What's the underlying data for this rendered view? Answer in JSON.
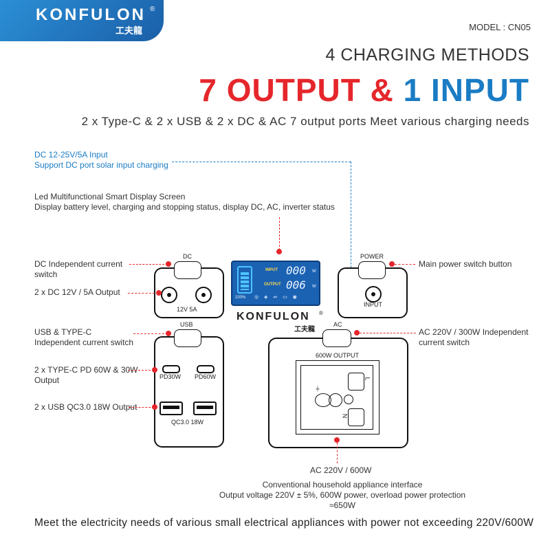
{
  "brand": {
    "name": "KONFULON",
    "name_cn": "工夫龍",
    "reg": "®"
  },
  "model": "MODEL : CN05",
  "headline": {
    "methods": "4 CHARGING METHODS",
    "output_part": "7 OUTPUT",
    "amp": "&",
    "input_part": "1 INPUT"
  },
  "subtitle": "2 x Type-C  &  2 x USB   &  2 x DC  &  AC 7 output ports  Meet various charging needs",
  "notes": {
    "dc_input_1": "DC 12-25V/5A Input",
    "dc_input_2": "Support DC port solar input charging",
    "display_1": "Led Multifunctional Smart Display Screen",
    "display_2": "Display battery level, charging and stopping status, display DC, AC, inverter status",
    "dc_switch_1": "DC Independent current",
    "dc_switch_2": "switch",
    "dc_output": "2 x DC   12V / 5A   Output",
    "usb_switch_1": "USB  &  TYPE-C",
    "usb_switch_2": "Independent current switch",
    "typec_output_1": "2 x TYPE-C PD 60W & 30W",
    "typec_output_2": "Output",
    "usb_output": "2 x USB QC3.0 18W  Output",
    "power_switch": "Main power switch button",
    "ac_switch_1": "AC 220V / 300W Independent",
    "ac_switch_2": "current switch",
    "ac_output": "AC 220V / 600W",
    "ac_desc_1": "Conventional household appliance interface",
    "ac_desc_2": "Output voltage 220V ± 5%, 600W power, overload power protection ≈650W"
  },
  "panel": {
    "dc_label": "DC",
    "dc_spec": "12V  5A",
    "usb_label": "USB",
    "pd30": "PD30W",
    "pd60": "PD60W",
    "qc": "QC3.0  18W",
    "power_label": "POWER",
    "input_label": "INPUT",
    "ac_label": "AC",
    "ac_output_label": "600W   OUTPUT",
    "lcd_input": "INPUT",
    "lcd_output": "OUTPUT",
    "lcd_input_val": "000",
    "lcd_output_val": "006",
    "lcd_unit": "W",
    "lcd_percent": "100%",
    "socket_l": "L",
    "socket_n": "N"
  },
  "footer": "Meet the electricity needs of various small electrical appliances with power not exceeding 220V/600W",
  "colors": {
    "red": "#e5262b",
    "blue": "#1a7cc4",
    "logo_blue": "#2b8fd6"
  }
}
